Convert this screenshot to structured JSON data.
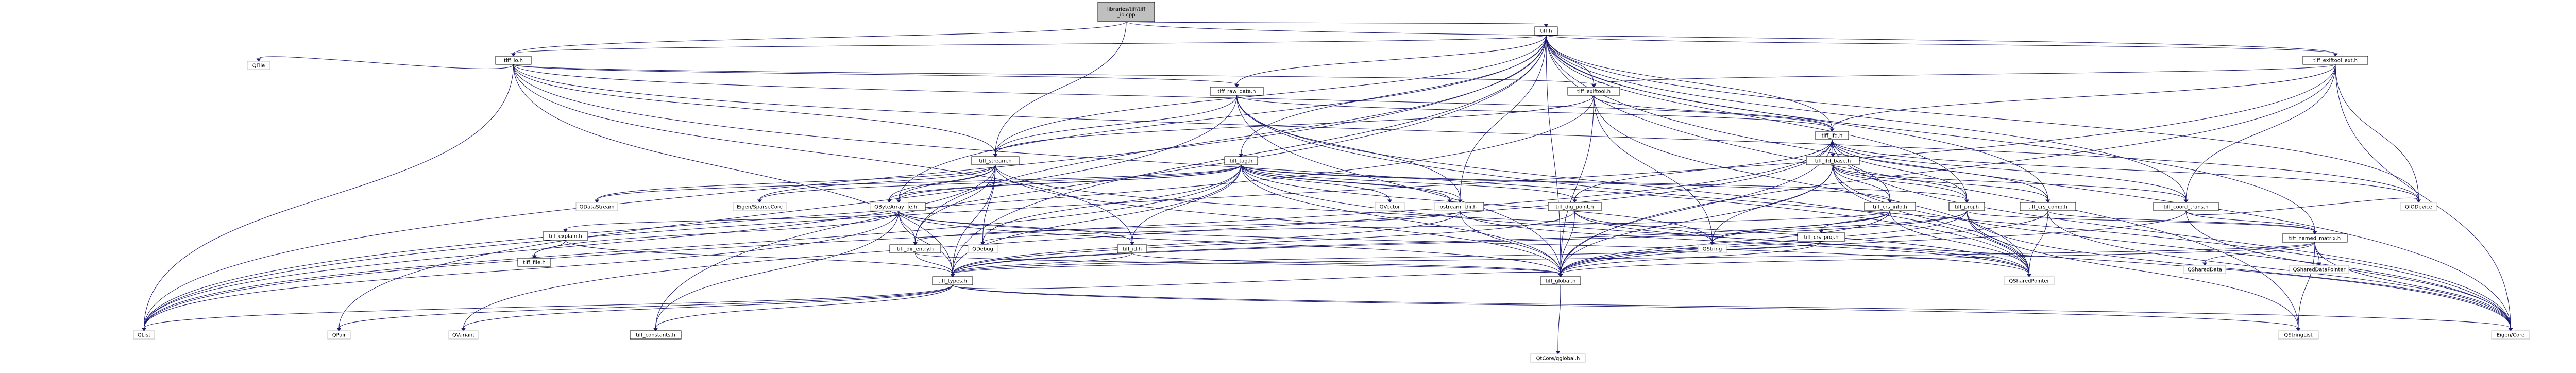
{
  "graph": {
    "root_label": "libraries/tiff/tiff_io.cpp",
    "nodes": [
      {
        "id": "root",
        "lines": [
          "libraries/tiff/tiff",
          "_io.cpp"
        ],
        "kind": "root"
      },
      {
        "id": "tiff_h",
        "lines": [
          "tiff.h"
        ],
        "kind": "boxed"
      },
      {
        "id": "tiff_io_h",
        "lines": [
          "tiff_io.h"
        ],
        "kind": "boxed"
      },
      {
        "id": "tiff_exif_h",
        "lines": [
          "tiff_exiftool_ext.h"
        ],
        "kind": "boxed"
      },
      {
        "id": "tiff_exiftool_h",
        "lines": [
          "tiff_exiftool.h"
        ],
        "kind": "boxed"
      },
      {
        "id": "tiff_raw_data_h",
        "lines": [
          "tiff_raw_data.h"
        ],
        "kind": "boxed"
      },
      {
        "id": "tiff_ifd_h",
        "lines": [
          "tiff_ifd.h"
        ],
        "kind": "boxed"
      },
      {
        "id": "tiff_stream_h",
        "lines": [
          "tiff_stream.h"
        ],
        "kind": "boxed"
      },
      {
        "id": "tiff_tag_h",
        "lines": [
          "tiff_tag.h"
        ],
        "kind": "boxed"
      },
      {
        "id": "tiff_ifd_base_h",
        "lines": [
          "tiff_ifd_base.h"
        ],
        "kind": "boxed"
      },
      {
        "id": "tiff_dir_node_h",
        "lines": [
          "tiff_dir_node.h"
        ],
        "kind": "boxed"
      },
      {
        "id": "tiff_raw_dir_h",
        "lines": [
          "tiff_raw_dir.h"
        ],
        "kind": "boxed"
      },
      {
        "id": "tiff_dig_point_h",
        "lines": [
          "tiff_dig_point.h"
        ],
        "kind": "boxed"
      },
      {
        "id": "tiff_crs_info_h",
        "lines": [
          "tiff_crs_info.h"
        ],
        "kind": "boxed"
      },
      {
        "id": "tiff_proj_h",
        "lines": [
          "tiff_proj.h"
        ],
        "kind": "boxed"
      },
      {
        "id": "tiff_crs_comp_h",
        "lines": [
          "tiff_crs_comp.h"
        ],
        "kind": "boxed"
      },
      {
        "id": "tiff_coord_trans_h",
        "lines": [
          "tiff_coord_trans.h"
        ],
        "kind": "boxed"
      },
      {
        "id": "tiff_named_matrix_h",
        "lines": [
          "tiff_named_matrix.h"
        ],
        "kind": "boxed"
      },
      {
        "id": "tiff_explain_h",
        "lines": [
          "tiff_explain.h"
        ],
        "kind": "boxed"
      },
      {
        "id": "tiff_dir_entry_h",
        "lines": [
          "tiff_dir_entry.h"
        ],
        "kind": "boxed"
      },
      {
        "id": "tiff_crs_proj_h",
        "lines": [
          "tiff_crs_proj.h"
        ],
        "kind": "boxed"
      },
      {
        "id": "tiff_id_h",
        "lines": [
          "tiff_id.h"
        ],
        "kind": "boxed"
      },
      {
        "id": "tiff_file_h",
        "lines": [
          "tiff_file.h"
        ],
        "kind": "boxed"
      },
      {
        "id": "tiff_types_h",
        "lines": [
          "tiff_types.h"
        ],
        "kind": "boxed"
      },
      {
        "id": "tiff_global_h",
        "lines": [
          "tiff_global.h"
        ],
        "kind": "boxed"
      },
      {
        "id": "tiff_constants_h",
        "lines": [
          "tiff_constants.h"
        ],
        "kind": "boxed"
      },
      {
        "id": "QFile",
        "lines": [
          "QFile"
        ],
        "kind": "leaf"
      },
      {
        "id": "QList",
        "lines": [
          "QList"
        ],
        "kind": "leaf"
      },
      {
        "id": "QPair",
        "lines": [
          "QPair"
        ],
        "kind": "leaf"
      },
      {
        "id": "QVariant",
        "lines": [
          "QVariant"
        ],
        "kind": "leaf"
      },
      {
        "id": "QDataStream",
        "lines": [
          "QDataStream"
        ],
        "kind": "leaf"
      },
      {
        "id": "EigenSparseCore",
        "lines": [
          "Eigen/SparseCore"
        ],
        "kind": "leaf"
      },
      {
        "id": "QByteArray",
        "lines": [
          "QByteArray"
        ],
        "kind": "leaf"
      },
      {
        "id": "QDebug",
        "lines": [
          "QDebug"
        ],
        "kind": "leaf"
      },
      {
        "id": "QVector",
        "lines": [
          "QVector"
        ],
        "kind": "leaf"
      },
      {
        "id": "iostream",
        "lines": [
          "iostream"
        ],
        "kind": "leaf"
      },
      {
        "id": "QString",
        "lines": [
          "QString"
        ],
        "kind": "leaf"
      },
      {
        "id": "QSharedPointer",
        "lines": [
          "QSharedPointer"
        ],
        "kind": "leaf"
      },
      {
        "id": "QIODevice",
        "lines": [
          "QIODevice"
        ],
        "kind": "leaf"
      },
      {
        "id": "QSharedData",
        "lines": [
          "QSharedData"
        ],
        "kind": "leaf"
      },
      {
        "id": "QSharedDataPointer",
        "lines": [
          "QSharedDataPointer"
        ],
        "kind": "leaf"
      },
      {
        "id": "QStringList",
        "lines": [
          "QStringList"
        ],
        "kind": "leaf"
      },
      {
        "id": "EigenCore",
        "lines": [
          "Eigen/Core"
        ],
        "kind": "leaf"
      },
      {
        "id": "QtCoreqglobal",
        "lines": [
          "QtCore/qglobal.h"
        ],
        "kind": "leaf"
      }
    ],
    "edges": [
      [
        "root",
        "tiff_h"
      ],
      [
        "root",
        "tiff_io_h"
      ],
      [
        "root",
        "tiff_stream_h"
      ],
      [
        "root",
        "tiff_exif_h"
      ],
      [
        "tiff_h",
        "tiff_io_h"
      ],
      [
        "tiff_h",
        "tiff_exif_h"
      ],
      [
        "tiff_h",
        "tiff_exiftool_h"
      ],
      [
        "tiff_h",
        "tiff_raw_data_h"
      ],
      [
        "tiff_h",
        "tiff_ifd_h"
      ],
      [
        "tiff_h",
        "tiff_stream_h"
      ],
      [
        "tiff_h",
        "tiff_tag_h"
      ],
      [
        "tiff_h",
        "tiff_raw_dir_h"
      ],
      [
        "tiff_h",
        "tiff_dir_entry_h"
      ],
      [
        "tiff_h",
        "tiff_proj_h"
      ],
      [
        "tiff_h",
        "tiff_crs_comp_h"
      ],
      [
        "tiff_h",
        "tiff_coord_trans_h"
      ],
      [
        "tiff_h",
        "tiff_named_matrix_h"
      ],
      [
        "tiff_h",
        "tiff_types_h"
      ],
      [
        "tiff_h",
        "tiff_global_h"
      ],
      [
        "tiff_h",
        "QList"
      ],
      [
        "tiff_h",
        "QIODevice"
      ],
      [
        "tiff_h",
        "QStringList"
      ],
      [
        "tiff_h",
        "EigenCore"
      ],
      [
        "tiff_h",
        "tiff_dir_node_h"
      ],
      [
        "tiff_h",
        "tiff_constants_h"
      ],
      [
        "tiff_io_h",
        "QFile"
      ],
      [
        "tiff_io_h",
        "QList"
      ],
      [
        "tiff_io_h",
        "tiff_raw_data_h"
      ],
      [
        "tiff_io_h",
        "tiff_exiftool_h"
      ],
      [
        "tiff_io_h",
        "tiff_ifd_h"
      ],
      [
        "tiff_io_h",
        "tiff_stream_h"
      ],
      [
        "tiff_io_h",
        "tiff_types_h"
      ],
      [
        "tiff_io_h",
        "tiff_id_h"
      ],
      [
        "tiff_io_h",
        "QIODevice"
      ],
      [
        "tiff_io_h",
        "QSharedPointer"
      ],
      [
        "tiff_exif_h",
        "tiff_exiftool_h"
      ],
      [
        "tiff_exif_h",
        "tiff_ifd_h"
      ],
      [
        "tiff_exif_h",
        "tiff_coord_trans_h"
      ],
      [
        "tiff_exif_h",
        "tiff_global_h"
      ],
      [
        "tiff_exif_h",
        "QIODevice"
      ],
      [
        "tiff_exif_h",
        "EigenCore"
      ],
      [
        "tiff_exif_h",
        "QList"
      ],
      [
        "tiff_exiftool_h",
        "tiff_ifd_h"
      ],
      [
        "tiff_exiftool_h",
        "tiff_stream_h"
      ],
      [
        "tiff_exiftool_h",
        "QString"
      ],
      [
        "tiff_exiftool_h",
        "tiff_global_h"
      ],
      [
        "tiff_exiftool_h",
        "QList"
      ],
      [
        "tiff_exiftool_h",
        "QSharedPointer"
      ],
      [
        "tiff_raw_data_h",
        "tiff_ifd_h"
      ],
      [
        "tiff_raw_data_h",
        "tiff_stream_h"
      ],
      [
        "tiff_raw_data_h",
        "tiff_raw_dir_h"
      ],
      [
        "tiff_raw_data_h",
        "tiff_global_h"
      ],
      [
        "tiff_raw_data_h",
        "QSharedPointer"
      ],
      [
        "tiff_raw_data_h",
        "QPair"
      ],
      [
        "tiff_raw_data_h",
        "EigenCore"
      ],
      [
        "tiff_ifd_h",
        "tiff_ifd_base_h"
      ],
      [
        "tiff_ifd_h",
        "tiff_dig_point_h"
      ],
      [
        "tiff_ifd_h",
        "tiff_crs_info_h"
      ],
      [
        "tiff_ifd_h",
        "tiff_proj_h"
      ],
      [
        "tiff_ifd_h",
        "tiff_crs_comp_h"
      ],
      [
        "tiff_ifd_h",
        "tiff_coord_trans_h"
      ],
      [
        "tiff_ifd_h",
        "tiff_global_h"
      ],
      [
        "tiff_ifd_h",
        "QList"
      ],
      [
        "tiff_ifd_h",
        "QVariant"
      ],
      [
        "tiff_ifd_h",
        "EigenCore"
      ],
      [
        "tiff_ifd_h",
        "QIODevice"
      ],
      [
        "tiff_stream_h",
        "QDataStream"
      ],
      [
        "tiff_stream_h",
        "EigenSparseCore"
      ],
      [
        "tiff_stream_h",
        "QByteArray"
      ],
      [
        "tiff_stream_h",
        "tiff_dir_node_h"
      ],
      [
        "tiff_stream_h",
        "tiff_dir_entry_h"
      ],
      [
        "tiff_stream_h",
        "tiff_types_h"
      ],
      [
        "tiff_stream_h",
        "tiff_global_h"
      ],
      [
        "tiff_stream_h",
        "QDebug"
      ],
      [
        "tiff_stream_h",
        "QList"
      ],
      [
        "tiff_stream_h",
        "QSharedPointer"
      ],
      [
        "tiff_tag_h",
        "QDataStream"
      ],
      [
        "tiff_tag_h",
        "EigenSparseCore"
      ],
      [
        "tiff_tag_h",
        "QByteArray"
      ],
      [
        "tiff_tag_h",
        "QVector"
      ],
      [
        "tiff_tag_h",
        "iostream"
      ],
      [
        "tiff_tag_h",
        "tiff_dir_node_h"
      ],
      [
        "tiff_tag_h",
        "tiff_raw_dir_h"
      ],
      [
        "tiff_tag_h",
        "tiff_dig_point_h"
      ],
      [
        "tiff_tag_h",
        "tiff_crs_info_h"
      ],
      [
        "tiff_tag_h",
        "tiff_proj_h"
      ],
      [
        "tiff_tag_h",
        "tiff_types_h"
      ],
      [
        "tiff_tag_h",
        "tiff_id_h"
      ],
      [
        "tiff_tag_h",
        "tiff_global_h"
      ],
      [
        "tiff_tag_h",
        "QDebug"
      ],
      [
        "tiff_tag_h",
        "QString"
      ],
      [
        "tiff_tag_h",
        "QList"
      ],
      [
        "tiff_tag_h",
        "EigenCore"
      ],
      [
        "tiff_ifd_base_h",
        "tiff_crs_info_h"
      ],
      [
        "tiff_ifd_base_h",
        "tiff_proj_h"
      ],
      [
        "tiff_ifd_base_h",
        "tiff_crs_comp_h"
      ],
      [
        "tiff_ifd_base_h",
        "tiff_coord_trans_h"
      ],
      [
        "tiff_ifd_base_h",
        "tiff_global_h"
      ],
      [
        "tiff_ifd_base_h",
        "QSharedPointer"
      ],
      [
        "tiff_ifd_base_h",
        "QString"
      ],
      [
        "tiff_ifd_base_h",
        "EigenCore"
      ],
      [
        "tiff_dir_node_h",
        "tiff_explain_h"
      ],
      [
        "tiff_dir_node_h",
        "tiff_dir_entry_h"
      ],
      [
        "tiff_dir_node_h",
        "tiff_id_h"
      ],
      [
        "tiff_dir_node_h",
        "tiff_types_h"
      ],
      [
        "tiff_dir_node_h",
        "tiff_global_h"
      ],
      [
        "tiff_dir_node_h",
        "QList"
      ],
      [
        "tiff_dir_node_h",
        "QSharedPointer"
      ],
      [
        "tiff_dir_node_h",
        "tiff_file_h"
      ],
      [
        "tiff_dir_node_h",
        "tiff_constants_h"
      ],
      [
        "tiff_raw_dir_h",
        "tiff_dir_entry_h"
      ],
      [
        "tiff_raw_dir_h",
        "tiff_types_h"
      ],
      [
        "tiff_raw_dir_h",
        "tiff_global_h"
      ],
      [
        "tiff_raw_dir_h",
        "QSharedPointer"
      ],
      [
        "tiff_dig_point_h",
        "tiff_types_h"
      ],
      [
        "tiff_dig_point_h",
        "tiff_global_h"
      ],
      [
        "tiff_dig_point_h",
        "QString"
      ],
      [
        "tiff_dig_point_h",
        "QSharedPointer"
      ],
      [
        "tiff_crs_info_h",
        "tiff_crs_proj_h"
      ],
      [
        "tiff_crs_info_h",
        "tiff_types_h"
      ],
      [
        "tiff_crs_info_h",
        "tiff_global_h"
      ],
      [
        "tiff_crs_info_h",
        "QString"
      ],
      [
        "tiff_crs_info_h",
        "QSharedPointer"
      ],
      [
        "tiff_crs_info_h",
        "QDebug"
      ],
      [
        "tiff_proj_h",
        "tiff_named_matrix_h"
      ],
      [
        "tiff_proj_h",
        "tiff_types_h"
      ],
      [
        "tiff_proj_h",
        "tiff_global_h"
      ],
      [
        "tiff_proj_h",
        "QString"
      ],
      [
        "tiff_proj_h",
        "QStringList"
      ],
      [
        "tiff_proj_h",
        "EigenCore"
      ],
      [
        "tiff_proj_h",
        "QSharedPointer"
      ],
      [
        "tiff_crs_comp_h",
        "tiff_named_matrix_h"
      ],
      [
        "tiff_crs_comp_h",
        "tiff_global_h"
      ],
      [
        "tiff_crs_comp_h",
        "EigenCore"
      ],
      [
        "tiff_crs_comp_h",
        "QSharedPointer"
      ],
      [
        "tiff_coord_trans_h",
        "tiff_named_matrix_h"
      ],
      [
        "tiff_coord_trans_h",
        "tiff_global_h"
      ],
      [
        "tiff_coord_trans_h",
        "EigenCore"
      ],
      [
        "tiff_coord_trans_h",
        "QIODevice"
      ],
      [
        "tiff_named_matrix_h",
        "QSharedData"
      ],
      [
        "tiff_named_matrix_h",
        "QSharedDataPointer"
      ],
      [
        "tiff_named_matrix_h",
        "tiff_types_h"
      ],
      [
        "tiff_named_matrix_h",
        "tiff_global_h"
      ],
      [
        "tiff_named_matrix_h",
        "QStringList"
      ],
      [
        "tiff_named_matrix_h",
        "EigenCore"
      ],
      [
        "tiff_explain_h",
        "tiff_file_h"
      ],
      [
        "tiff_explain_h",
        "tiff_types_h"
      ],
      [
        "tiff_dir_entry_h",
        "tiff_types_h"
      ],
      [
        "tiff_dir_entry_h",
        "tiff_global_h"
      ],
      [
        "tiff_crs_proj_h",
        "tiff_types_h"
      ],
      [
        "tiff_crs_proj_h",
        "tiff_global_h"
      ],
      [
        "tiff_id_h",
        "tiff_types_h"
      ],
      [
        "tiff_id_h",
        "tiff_global_h"
      ],
      [
        "tiff_types_h",
        "QList"
      ],
      [
        "tiff_types_h",
        "QPair"
      ],
      [
        "tiff_types_h",
        "QVariant"
      ],
      [
        "tiff_types_h",
        "tiff_constants_h"
      ],
      [
        "tiff_types_h",
        "tiff_global_h"
      ],
      [
        "tiff_types_h",
        "QStringList"
      ],
      [
        "tiff_types_h",
        "EigenCore"
      ],
      [
        "tiff_global_h",
        "QtCoreqglobal"
      ]
    ]
  }
}
